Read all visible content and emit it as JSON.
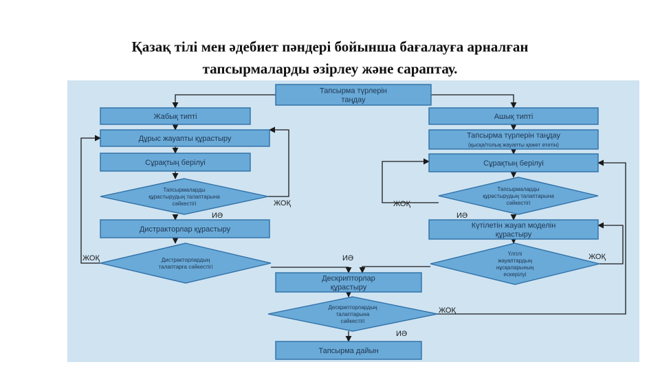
{
  "title": {
    "line1": "Қазақ тілі мен әдебиет пәндері бойынша бағалауға арналған",
    "line2": "тапсырмаларды әзірлеу және сараптау."
  },
  "nodes": {
    "start": [
      "Тапсырма түрлерін",
      "таңдау"
    ],
    "closed": [
      "Жабық типті"
    ],
    "open": [
      "Ашық типті"
    ],
    "correct_answer": [
      "Дұрыс жауапты құрастыру"
    ],
    "question_left": [
      "Сұрақтың берілуі"
    ],
    "req_left": [
      "Тапсырмаларды",
      "құрастырудың талаптарына",
      "сәйкестігі"
    ],
    "distractors": [
      "Дистракторлар құрастыру"
    ],
    "distractor_req": [
      "Дистракторлардың",
      "талаптарға сәйкестігі"
    ],
    "choose_types": [
      "Тапсырма түрлерін таңдау"
    ],
    "choose_types_sub": [
      "(қысқа/толық жауапты қажет ететін)"
    ],
    "question_right": [
      "Сұрақтың берілуі"
    ],
    "req_right": [
      "Тапсырмаларды",
      "құрастырудың талаптарына",
      "сәйкестігі"
    ],
    "model_answer": [
      "Күтілетін жауап моделін",
      "құрастыру"
    ],
    "model_check": [
      "Үлгілі",
      "жауаптардың",
      "нұсқаларының",
      "ескерілуі"
    ],
    "descriptors": [
      "Дескрипторлар",
      "құрастыру"
    ],
    "descriptor_req": [
      "Дескрипторлардың",
      "талаптарына",
      "сәйкестігі"
    ],
    "done": [
      "Тапсырма дайын"
    ]
  },
  "edge_labels": {
    "no": "ЖОҚ",
    "yes": "ИӘ"
  },
  "colors": {
    "node_fill": "#6aaad8",
    "node_stroke": "#2f6fa6",
    "background": "#cfe3f1"
  }
}
